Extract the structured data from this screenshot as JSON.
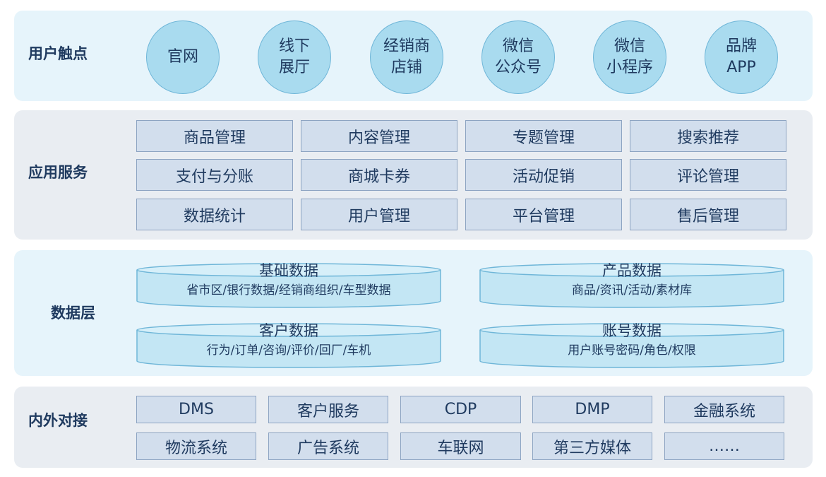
{
  "layers": {
    "touchpoints": "用户触点",
    "services": "应用服务",
    "data": "数据层",
    "external": "内外对接"
  },
  "touchpoints": [
    {
      "line1": "官网",
      "line2": ""
    },
    {
      "line1": "线下",
      "line2": "展厅"
    },
    {
      "line1": "经销商",
      "line2": "店铺"
    },
    {
      "line1": "微信",
      "line2": "公众号"
    },
    {
      "line1": "微信",
      "line2": "小程序"
    },
    {
      "line1": "品牌",
      "line2": "APP"
    }
  ],
  "services": [
    "商品管理",
    "内容管理",
    "专题管理",
    "搜索推荐",
    "支付与分账",
    "商城卡券",
    "活动促销",
    "评论管理",
    "数据统计",
    "用户管理",
    "平台管理",
    "售后管理"
  ],
  "data_stores": [
    {
      "title": "基础数据",
      "sub": "省市区/银行数据/经销商组织/车型数据"
    },
    {
      "title": "产品数据",
      "sub": "商品/资讯/活动/素材库"
    },
    {
      "title": "客户数据",
      "sub": "行为/订单/咨询/评价/回厂/车机"
    },
    {
      "title": "账号数据",
      "sub": "用户账号密码/角色/权限"
    }
  ],
  "external": [
    "DMS",
    "客户服务",
    "CDP",
    "DMP",
    "金融系统",
    "物流系统",
    "广告系统",
    "车联网",
    "第三方媒体",
    "……"
  ],
  "colors": {
    "panel_light_blue": "#e6f4fb",
    "panel_gray": "#e9edf2",
    "circle_fill": "#a9dbef",
    "box_fill": "#d2deed",
    "cylinder_fill": "#c3e6f4",
    "text": "#1f3a5f"
  }
}
